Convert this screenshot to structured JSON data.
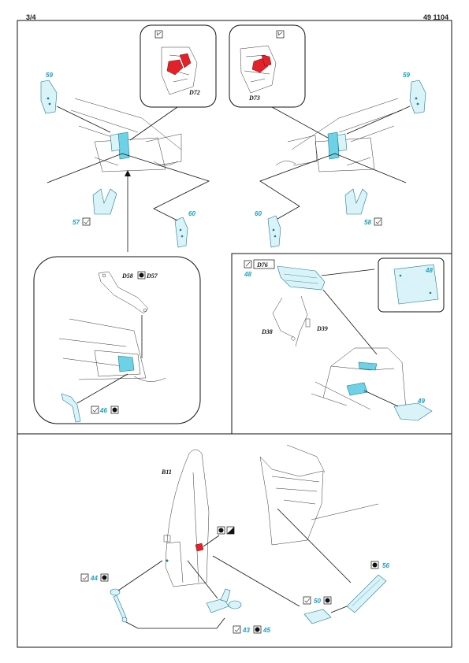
{
  "header": {
    "page": "3/4",
    "kit": "49 1104"
  },
  "callouts": {
    "d72": "D72",
    "d73": "D73",
    "d58": "D58",
    "d57": "D57",
    "d76": "D76",
    "d38": "D38",
    "d39": "D39",
    "b11": "B11"
  },
  "parts": {
    "p59_left": "59",
    "p59_right": "59",
    "p57": "57",
    "p60_left": "60",
    "p60_right": "60",
    "p58": "58",
    "p46": "46",
    "p48_top": "48",
    "p48_box": "48",
    "p49": "49",
    "p44": "44",
    "p43": "43",
    "p45": "45",
    "p50": "50",
    "p56": "56"
  },
  "colors": {
    "etch_part": "#6ed1e6",
    "removed_part": "#e1222a",
    "line": "#111111"
  },
  "icons": [
    "fold-icon",
    "glue-icon",
    "remove-icon",
    "paint-icon"
  ]
}
